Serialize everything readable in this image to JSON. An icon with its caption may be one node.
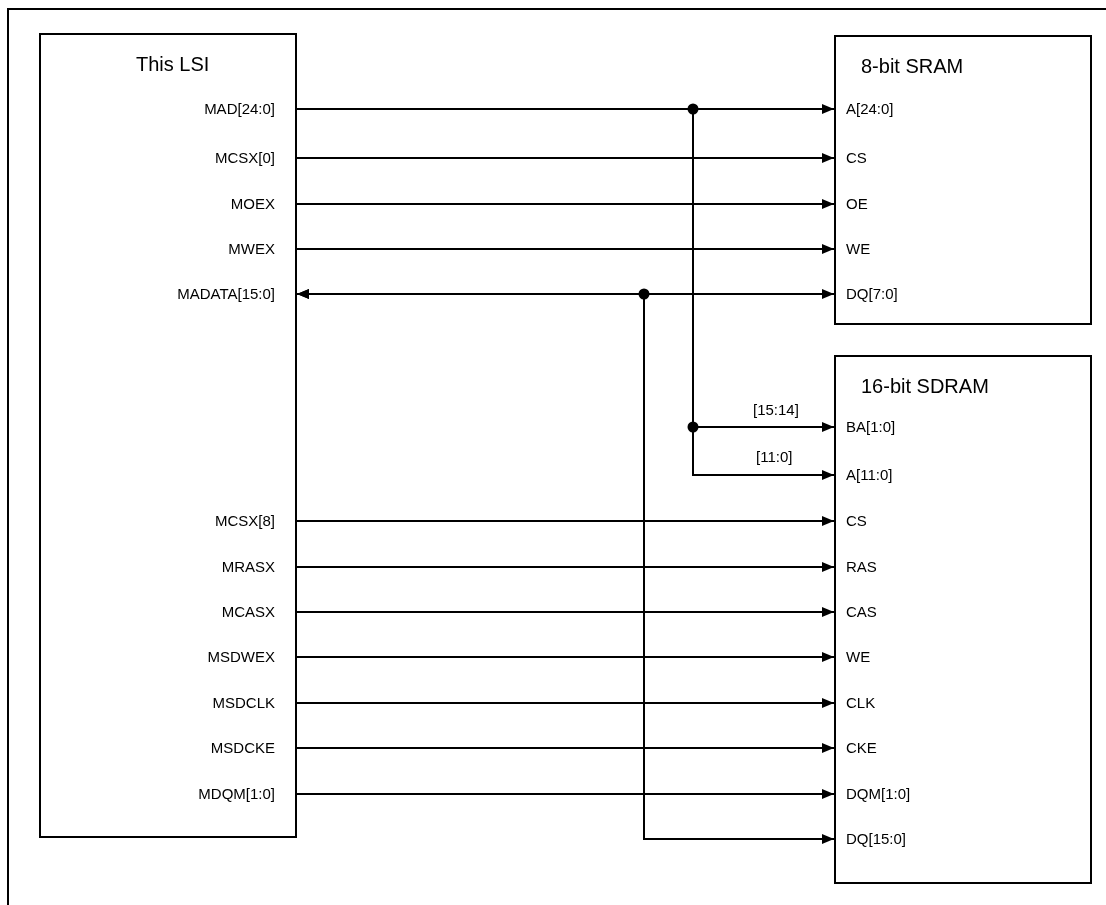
{
  "diagram": {
    "nodes": [
      {
        "text": [
          "This LSI"
        ]
      },
      {
        "text": [
          "MAD[24:0]"
        ],
        "in": 0
      },
      {
        "text": [
          "MCSX[0]"
        ],
        "in": 0
      },
      {
        "text": [
          "MOEX"
        ],
        "in": 0
      },
      {
        "text": [
          "MWEX"
        ],
        "in": 0
      },
      {
        "text": [
          "MADATA[15:0]"
        ],
        "in": 0
      },
      {
        "text": [
          "MCSX[8]"
        ],
        "in": 0
      },
      {
        "text": [
          "MRASX"
        ],
        "in": 0
      },
      {
        "text": [
          "MCASX"
        ],
        "in": 0
      },
      {
        "text": [
          "MSDWEX"
        ],
        "in": 0
      },
      {
        "text": [
          "MSDCLK"
        ],
        "in": 0
      },
      {
        "text": [
          "MSDCKE"
        ],
        "in": 0
      },
      {
        "text": [
          "MDQM[1:0]"
        ],
        "in": 0
      },
      {
        "text": [
          "8-bit SRAM"
        ]
      },
      {
        "text": [
          "A[24:0]"
        ],
        "in": 13
      },
      {
        "text": [
          "CS"
        ],
        "in": 13
      },
      {
        "text": [
          "OE"
        ],
        "in": 13
      },
      {
        "text": [
          "WE"
        ],
        "in": 13
      },
      {
        "text": [
          "DQ[7:0]"
        ],
        "in": 13
      },
      {
        "text": [
          "16-bit SDRAM"
        ]
      },
      {
        "text": [
          "BA[1:0]"
        ],
        "in": 19
      },
      {
        "text": [
          "A[11:0]"
        ],
        "in": 19
      },
      {
        "text": [
          "CS"
        ],
        "in": 19
      },
      {
        "text": [
          "RAS"
        ],
        "in": 19
      },
      {
        "text": [
          "CAS"
        ],
        "in": 19
      },
      {
        "text": [
          "WE"
        ],
        "in": 19
      },
      {
        "text": [
          "CLK"
        ],
        "in": 19
      },
      {
        "text": [
          "CKE"
        ],
        "in": 19
      },
      {
        "text": [
          "DQM[1:0]"
        ],
        "in": 19
      },
      {
        "text": [
          "DQ[15:0]"
        ],
        "in": 19
      }
    ],
    "edges": [
      {
        "from": 1,
        "to": 14,
        "arrow": "to"
      },
      {
        "from": 1,
        "to": 20,
        "arrow": "to",
        "label": "[15:14]"
      },
      {
        "from": 1,
        "to": 21,
        "arrow": "to",
        "label": "[11:0]"
      },
      {
        "from": 2,
        "to": 15,
        "arrow": "to"
      },
      {
        "from": 3,
        "to": 16,
        "arrow": "to"
      },
      {
        "from": 4,
        "to": 17,
        "arrow": "to"
      },
      {
        "from": 5,
        "to": 18,
        "arrow": "both"
      },
      {
        "from": 5,
        "to": 29,
        "arrow": "both"
      },
      {
        "from": 6,
        "to": 22,
        "arrow": "to"
      },
      {
        "from": 7,
        "to": 23,
        "arrow": "to"
      },
      {
        "from": 8,
        "to": 24,
        "arrow": "to"
      },
      {
        "from": 9,
        "to": 25,
        "arrow": "to"
      },
      {
        "from": 10,
        "to": 26,
        "arrow": "to"
      },
      {
        "from": 11,
        "to": 27,
        "arrow": "to"
      },
      {
        "from": 12,
        "to": 28,
        "arrow": "to"
      }
    ]
  }
}
